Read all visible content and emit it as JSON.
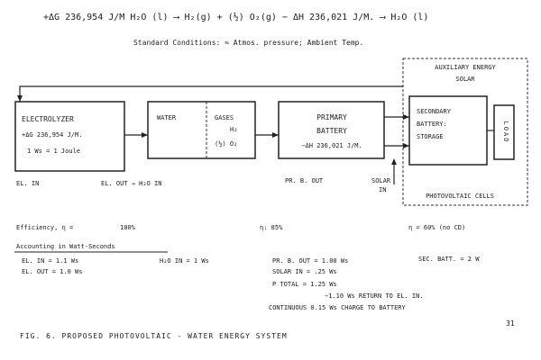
{
  "equation": {
    "line1": "+ΔG 236,954 J/M H₂O (l)  ⟶  H₂(g) + (½) O₂(g)  − ΔH 236,021 J/M.  ⟶  H₂O (l)",
    "line2": "Standard Conditions: ≈ Atmos. pressure; Ambient Temp."
  },
  "aux_box": {
    "title_line1": "AUXILIARY ENERGY",
    "title_line2": "SOLAR",
    "footer": "PHOTOVOLTAIC CELLS"
  },
  "electrolyzer": {
    "title": "ELECTROLYZER",
    "line1": "+ΔG 236,954 J/M.",
    "line2": "1 Ws = 1 Joule"
  },
  "water_gas": {
    "water": "WATER",
    "gases": "GASES",
    "h2": "H₂",
    "o2": "(½) O₂"
  },
  "battery": {
    "line1": "PRIMARY",
    "line2": "BATTERY",
    "line3": "−ΔH 236,021 J/M."
  },
  "secondary": {
    "line1": "SECONDARY",
    "line2": "BATTERY:",
    "line3": "STORAGE"
  },
  "load": {
    "label": "LOAD"
  },
  "flow_labels": {
    "el_in": "EL. IN",
    "el_out": "EL. OUT → H₂O IN",
    "pr_b_out": "PR. B. OUT",
    "solar_in_1": "SOLAR",
    "solar_in_2": "IN"
  },
  "efficiency": {
    "label": "Efficiency, η =",
    "electrolyzer": "100%",
    "battery": "η: 85%",
    "photovoltaic": "η = 60% (no CD)"
  },
  "accounting": {
    "heading": "Accounting in Watt-Seconds",
    "el_in": "EL. IN = 1.1 Ws",
    "el_out": "EL. OUT = 1.0 Ws",
    "h2o_in": "H₂O IN = 1 Ws",
    "pr_b_out": "PR. B. OUT = 1.00 Ws",
    "solar_in": "SOLAR IN = .25 Ws",
    "p_total": "P TOTAL = 1.25 Ws",
    "return_line": "−1.10 Ws RETURN TO EL. IN.",
    "continuous": "CONTINUOUS  0.15 Ws CHARGE TO BATTERY",
    "sec_batt": "SEC. BATT. = 2 W"
  },
  "caption": "FIG. 6.  PROPOSED  PHOTOVOLTAIC - WATER ENERGY SYSTEM",
  "page_number": "31"
}
